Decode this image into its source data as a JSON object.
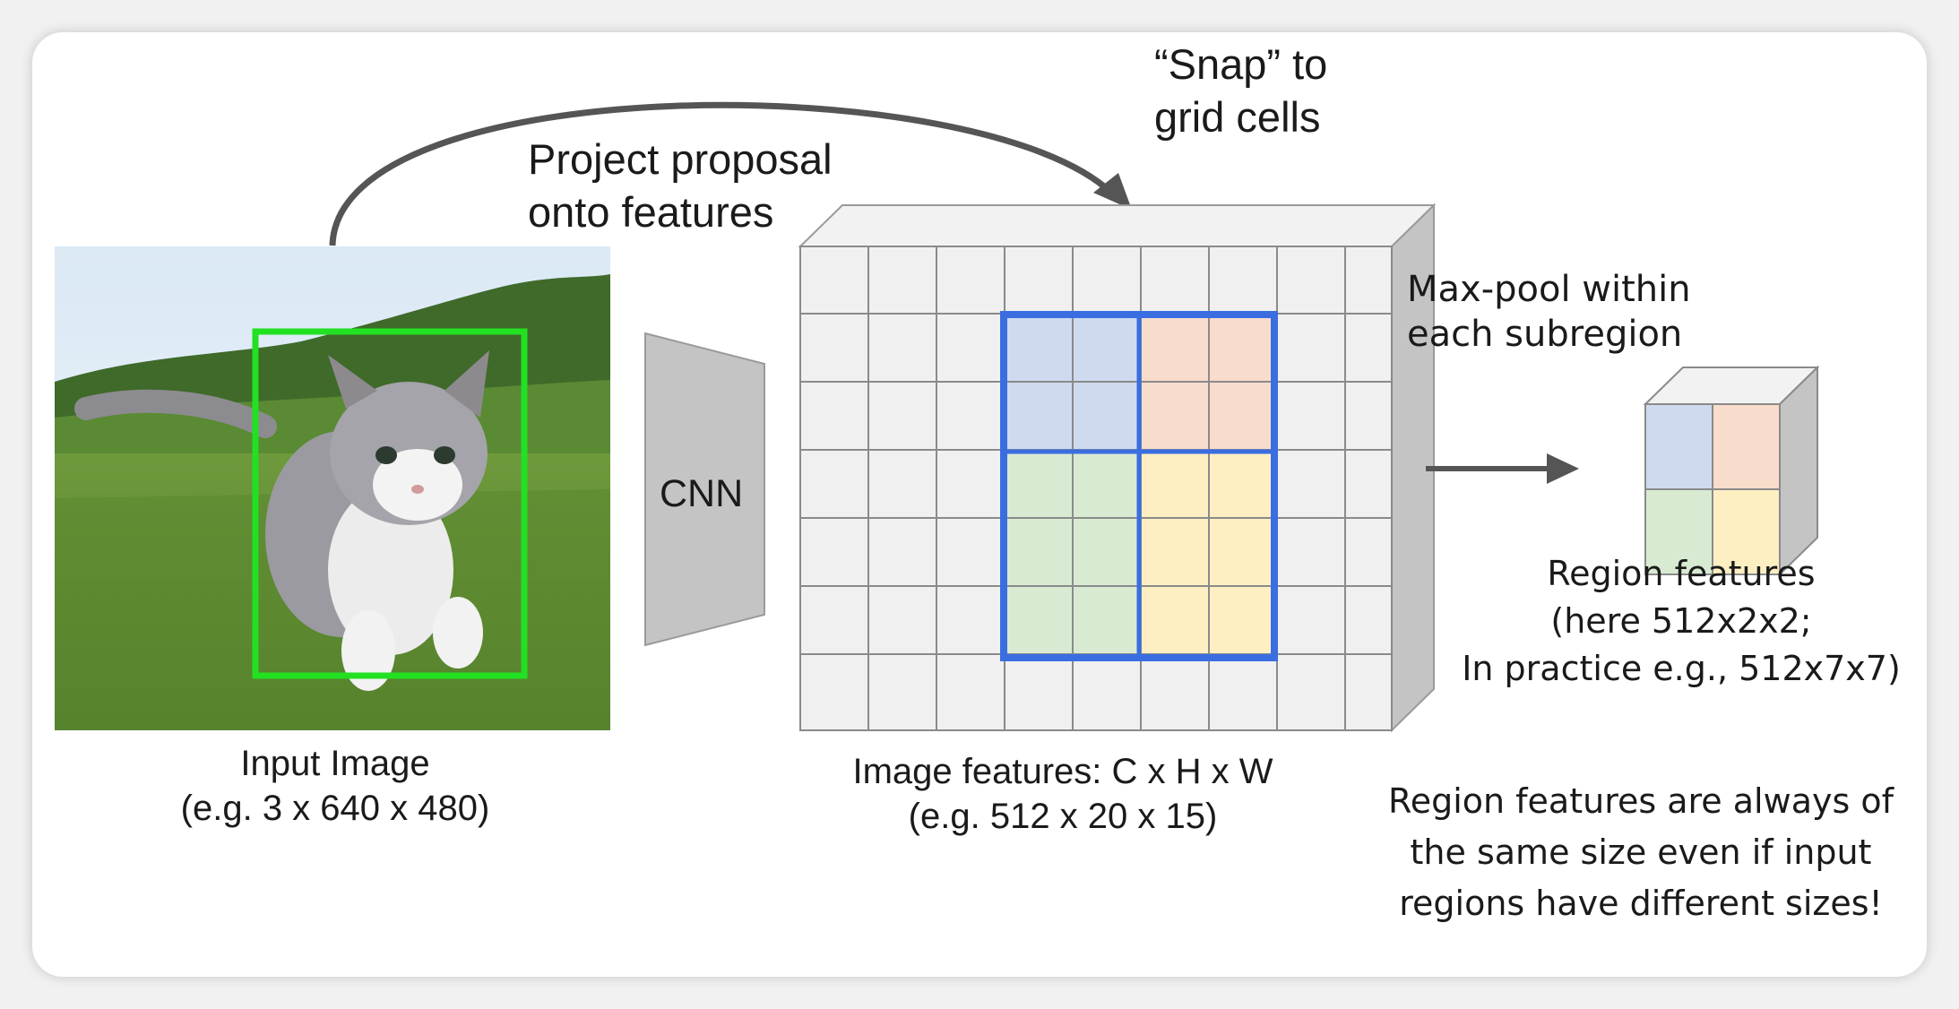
{
  "labels": {
    "project_proposal": [
      "Project proposal",
      "onto features"
    ],
    "snap": [
      "“Snap” to",
      "grid cells"
    ],
    "cnn": "CNN",
    "maxpool": [
      "Max-pool within",
      "each subregion"
    ],
    "input_image": [
      "Input Image",
      "(e.g. 3 x 640 x 480)"
    ],
    "image_features": [
      "Image features: C x H x W",
      "(e.g. 512 x 20 x 15)"
    ],
    "region_features": [
      "Region features",
      "(here 512x2x2;",
      "In practice e.g., 512x7x7)"
    ],
    "region_note": [
      "Region features are always of",
      "the same size even if input",
      "regions have different sizes!"
    ]
  },
  "colors": {
    "proposal_box": "#22e022",
    "roi_grid": "#3a6ee0",
    "cell_blue": "#cfdaef",
    "cell_orange": "#f8dccc",
    "cell_green": "#d8ebd2",
    "cell_yellow": "#fdefc2",
    "feature_face": "#f0f0f0",
    "feature_side": "#c4c4c4",
    "cnn_fill": "#c4c4c4",
    "arrow": "#555555"
  },
  "icons": {
    "input_image": "kitten-photo-icon",
    "cnn": "trapezoid-icon"
  }
}
